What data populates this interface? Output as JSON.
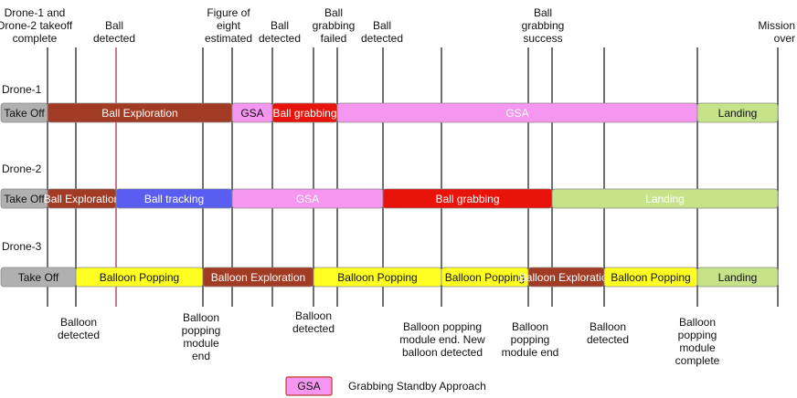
{
  "events_top": [
    {
      "lines": [
        "Drone-1 and",
        "Drone-2 takeoff",
        "complete"
      ]
    },
    {
      "lines": [
        "Ball",
        "detected"
      ]
    },
    {
      "lines": [
        "Figure of",
        "eight",
        "estimated"
      ]
    },
    {
      "lines": [
        "Ball",
        "detected"
      ]
    },
    {
      "lines": [
        "Ball",
        "grabbing",
        "failed"
      ]
    },
    {
      "lines": [
        "Ball",
        "detected"
      ]
    },
    {
      "lines": [
        "Ball",
        "grabbing",
        "success"
      ]
    },
    {
      "lines": [
        "Mission",
        "over"
      ]
    }
  ],
  "events_bottom": [
    {
      "lines": [
        "Balloon",
        "detected"
      ]
    },
    {
      "lines": [
        "Balloon",
        "popping",
        "module",
        "end"
      ]
    },
    {
      "lines": [
        "Balloon",
        "detected"
      ]
    },
    {
      "lines": [
        "Balloon popping",
        "module end. New",
        "balloon detected"
      ]
    },
    {
      "lines": [
        "Balloon",
        "popping",
        "module end"
      ]
    },
    {
      "lines": [
        "Balloon",
        "detected"
      ]
    },
    {
      "lines": [
        "Balloon",
        "popping",
        "module",
        "complete"
      ]
    }
  ],
  "drones": [
    {
      "label": "Drone-1",
      "segments": [
        {
          "text": "Take Off",
          "color": "#b0b0b0",
          "text_color": "#111111"
        },
        {
          "text": "Ball Exploration",
          "color": "#a23b24",
          "text_color": "#ffffff"
        },
        {
          "text": "GSA",
          "color": "#f596f0",
          "text_color": "#111111"
        },
        {
          "text": "Ball grabbing",
          "color": "#e8140c",
          "text_color": "#ffffff"
        },
        {
          "text": "GSA",
          "color": "#f596f0",
          "text_color": "#ffffff"
        },
        {
          "text": "Landing",
          "color": "#c6e38a",
          "text_color": "#111111"
        }
      ]
    },
    {
      "label": "Drone-2",
      "segments": [
        {
          "text": "Take Off",
          "color": "#b0b0b0",
          "text_color": "#111111"
        },
        {
          "text": "Ball Exploration",
          "color": "#a23b24",
          "text_color": "#ffffff"
        },
        {
          "text": "Ball tracking",
          "color": "#5a5ef0",
          "text_color": "#ffffff"
        },
        {
          "text": "GSA",
          "color": "#f596f0",
          "text_color": "#ffffff"
        },
        {
          "text": "Ball grabbing",
          "color": "#e8140c",
          "text_color": "#ffffff"
        },
        {
          "text": "Landing",
          "color": "#c6e38a",
          "text_color": "#ffffff"
        }
      ]
    },
    {
      "label": "Drone-3",
      "segments": [
        {
          "text": "Take Off",
          "color": "#b0b0b0",
          "text_color": "#111111"
        },
        {
          "text": "Balloon Popping",
          "color": "#ffff22",
          "text_color": "#111111"
        },
        {
          "text": "Balloon Exploration",
          "color": "#a23b24",
          "text_color": "#ffffff"
        },
        {
          "text": "Balloon Popping",
          "color": "#ffff22",
          "text_color": "#111111"
        },
        {
          "text": "Balloon Popping",
          "color": "#ffff22",
          "text_color": "#111111"
        },
        {
          "text": "Balloon Exploration",
          "color": "#a23b24",
          "text_color": "#ffffff"
        },
        {
          "text": "Balloon Popping",
          "color": "#ffff22",
          "text_color": "#111111"
        },
        {
          "text": "Landing",
          "color": "#c6e38a",
          "text_color": "#111111"
        }
      ]
    }
  ],
  "legend": {
    "swatch_text": "GSA",
    "swatch_color": "#f596f0",
    "description": "Grabbing Standby Approach"
  }
}
